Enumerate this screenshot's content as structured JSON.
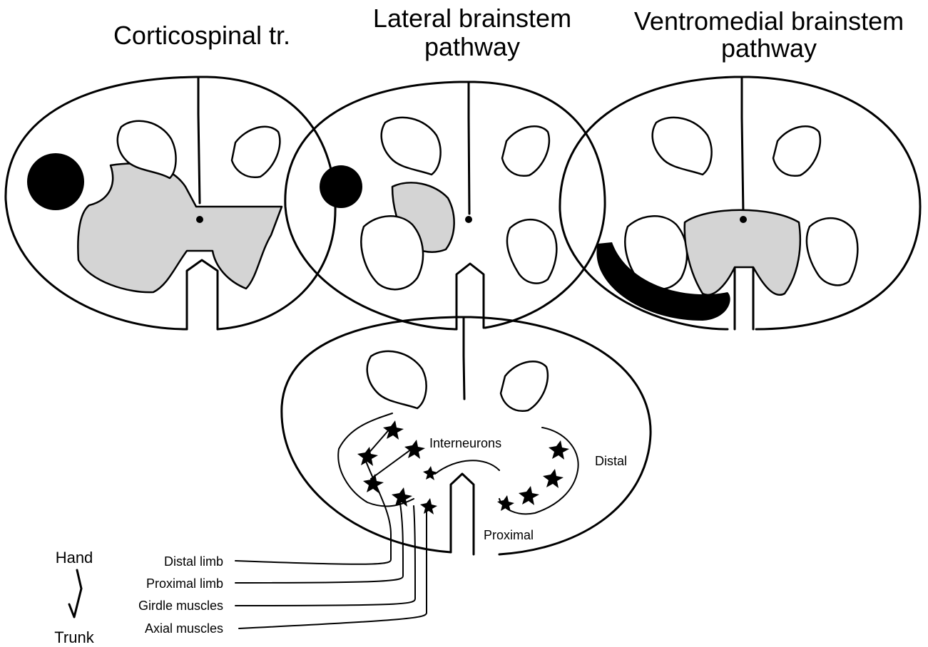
{
  "titles": {
    "corticospinal": "Corticospinal tr.",
    "lateral_line1": "Lateral brainstem",
    "lateral_line2": "pathway",
    "ventromedial_line1": "Ventromedial brainstem",
    "ventromedial_line2": "pathway"
  },
  "bottom_section": {
    "interneurons": "Interneurons",
    "distal": "Distal",
    "proximal": "Proximal"
  },
  "axon_labels": {
    "distal_limb": "Distal limb",
    "proximal_limb": "Proximal limb",
    "girdle_muscles": "Girdle muscles",
    "axial_muscles": "Axial muscles"
  },
  "gradient": {
    "top": "Hand",
    "bottom": "Trunk"
  },
  "colors": {
    "tract_fill": "#000000",
    "projection_zone": "#d4d4d4",
    "outline": "#000000"
  }
}
